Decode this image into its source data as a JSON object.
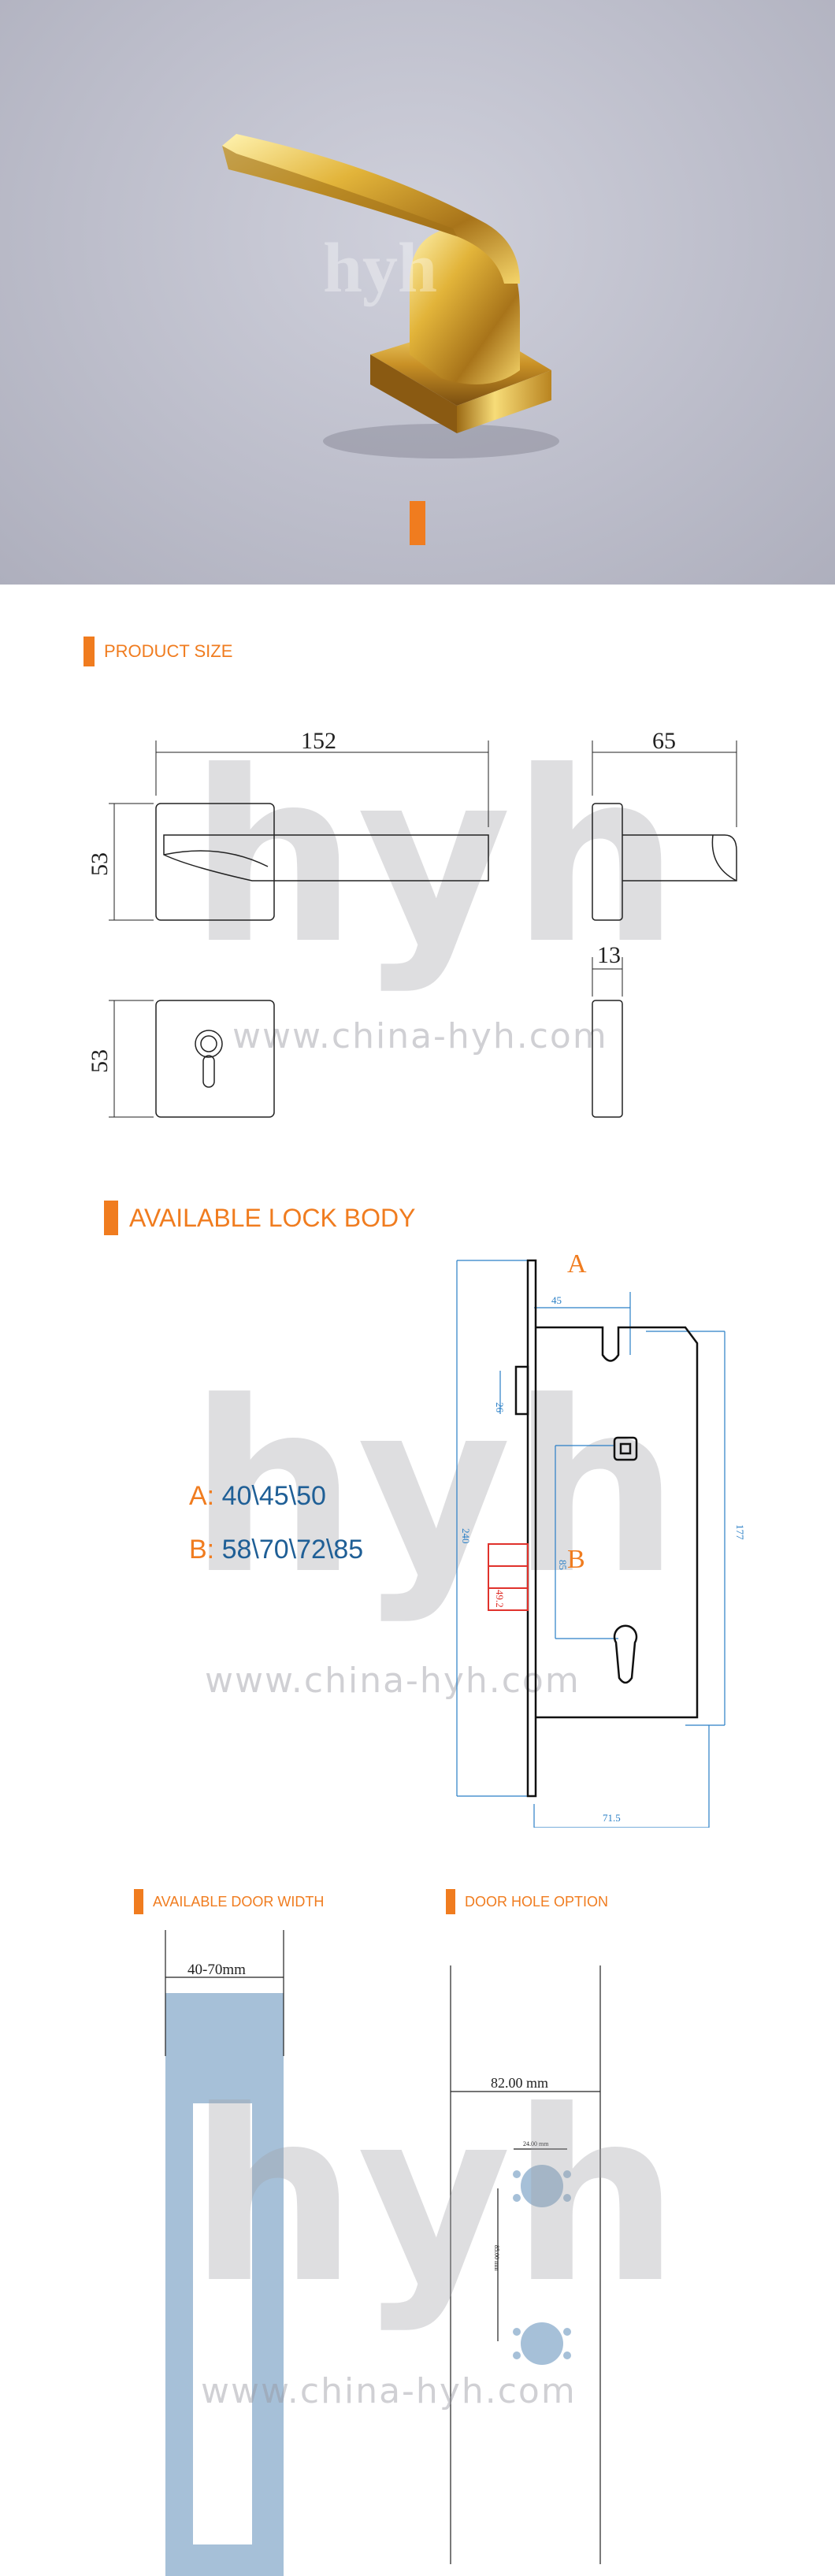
{
  "sections": {
    "product_size": {
      "title": "PRODUCT SIZE"
    },
    "lock_body": {
      "title": "AVAILABLE LOCK BODY"
    },
    "door_width": {
      "title": "AVAILABLE DOOR WIDTH"
    },
    "door_hole": {
      "title": "DOOR HOLE OPTION"
    }
  },
  "product_size": {
    "length": "152",
    "depth": "65",
    "rose_height": "53",
    "rose_height_2": "53",
    "rose_thickness": "13"
  },
  "lock_body": {
    "a_label": "A:",
    "a_values": "40\\45\\50",
    "b_label": "B:",
    "b_values": "58\\70\\72\\85",
    "marker_a": "A",
    "marker_b": "B",
    "dim_45": "45",
    "dim_26": "26",
    "dim_240": "240",
    "dim_85": "85",
    "dim_49_2": "49.2",
    "dim_177": "177",
    "dim_71_5": "71.5"
  },
  "door_width": {
    "range": "40-70mm"
  },
  "door_hole": {
    "width": "82.00 mm",
    "hole_dia": "24.00 mm",
    "spacing": "85.00 mm"
  },
  "watermark": {
    "logo": "hyh",
    "url": "www.china-hyh.com"
  },
  "colors": {
    "accent": "#f07c1f",
    "blue_dim": "#2a7fc6",
    "door_blue": "#a6c0d8",
    "lock_red": "#e0322c"
  }
}
